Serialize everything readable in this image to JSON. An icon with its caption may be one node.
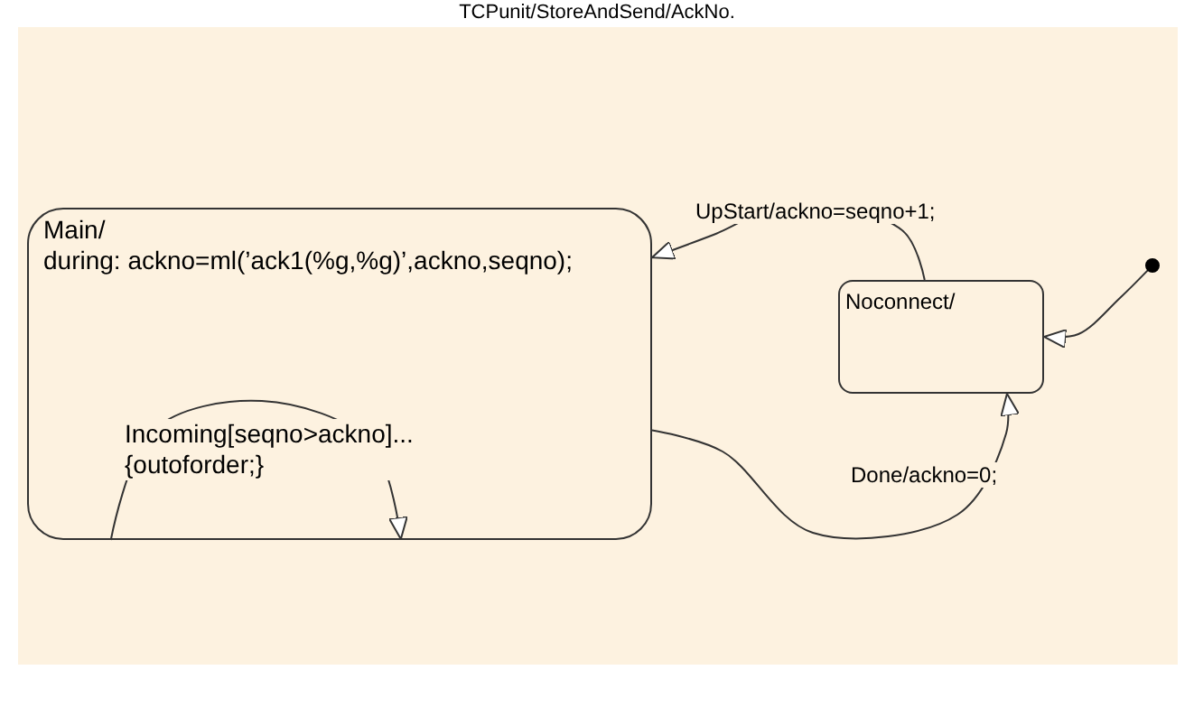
{
  "diagram": {
    "title": "TCPunit/StoreAndSend/AckNo.",
    "nodes": [
      {
        "text": [
          "Main/",
          "during: ackno=ml(’ack1(%g,%g)’,ackno,seqno);"
        ]
      },
      {
        "text": [
          "Noconnect/"
        ]
      },
      {
        "text": [],
        "shape": "circle"
      }
    ],
    "edges": [
      {
        "from": 2,
        "to": 1,
        "arrow": "to"
      },
      {
        "from": 1,
        "to": 0,
        "arrow": "to",
        "label": "UpStart/ackno=seqno+1;"
      },
      {
        "from": 0,
        "to": 1,
        "arrow": "to",
        "label": "Done/ackno=0;"
      },
      {
        "from": 0,
        "to": 0,
        "arrow": "to",
        "label": "Incoming[seqno>ackno]... {outoforder;}"
      }
    ]
  }
}
